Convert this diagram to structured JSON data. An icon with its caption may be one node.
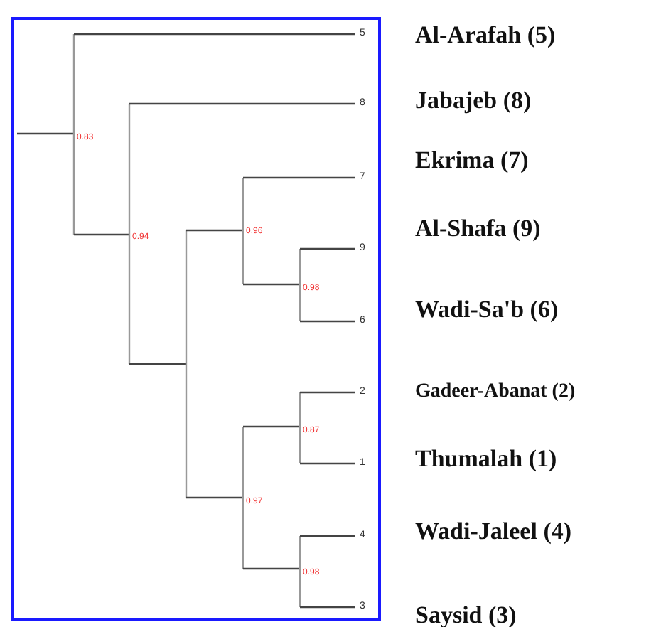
{
  "diagram": {
    "labels": [
      "5",
      "8",
      "7",
      "9",
      "6",
      "2",
      "1",
      "4",
      "3",
      "0.83",
      "0.94",
      "0.96",
      "0.98",
      "0.87",
      "0.97",
      "0.98",
      "Al-Arafah (5)",
      "Jabajeb (8)",
      "Ekrima (7)",
      "Al-Shafa (9)",
      "Wadi-Sa'b (6)",
      "Gadeer-Abanat (2)",
      "Thumalah (1)",
      "Wadi-Jaleel (4)",
      "Saysid (3)"
    ]
  }
}
